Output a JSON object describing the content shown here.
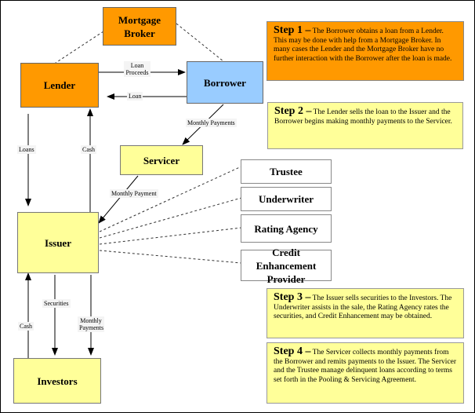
{
  "nodes": {
    "mortgage_broker": "Mortgage Broker",
    "lender": "Lender",
    "borrower": "Borrower",
    "servicer": "Servicer",
    "issuer": "Issuer",
    "investors": "Investors",
    "trustee": "Trustee",
    "underwriter": "Underwriter",
    "rating_agency": "Rating Agency",
    "credit_enhancement_provider": "Credit Enhancement Provider"
  },
  "flow_labels": {
    "loan_proceeds": "Loan Proceeds",
    "loan": "Loan",
    "monthly_payments_borrower": "Monthly Payments",
    "monthly_payment_servicer": "Monthly Payment",
    "loans": "Loans",
    "cash_issuer_to_lender": "Cash",
    "securities": "Securities",
    "cash_investors": "Cash",
    "monthly_payments_investors": "Monthly Payments"
  },
  "steps": [
    {
      "title": "Step 1 –",
      "text": "The Borrower obtains a loan from a Lender.  This may be done with help from a Mortgage Broker.  In many cases the Lender and the Mortgage Broker have no further interaction with the Borrower after the loan is made.",
      "color": "#ff9900"
    },
    {
      "title": "Step 2 –",
      "text": "The Lender sells the loan to the Issuer and the Borrower begins making monthly payments to the Servicer.",
      "color": "#ffff99"
    },
    {
      "title": "Step 3 –",
      "text": "The Issuer sells securities to the Investors.  The Underwriter assists in the sale, the Rating Agency rates the securities, and Credit Enhancement may be obtained.",
      "color": "#ffff99"
    },
    {
      "title": "Step 4 –",
      "text": "The Servicer collects monthly payments from the Borrower and remits payments to the Issuer.  The Servicer and the Trustee manage delinquent loans according to terms set forth in the Pooling & Servicing Agreement.",
      "color": "#ffff99"
    }
  ]
}
